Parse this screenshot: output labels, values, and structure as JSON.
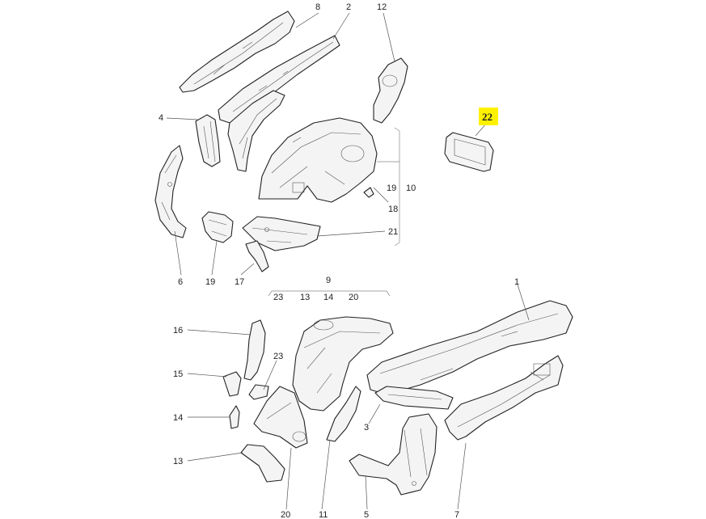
{
  "diagram": {
    "callouts": {
      "c8": "8",
      "c2": "2",
      "c12": "12",
      "c22": "22",
      "c4": "4",
      "c19_10_a": "19",
      "c19_10_b": "10",
      "c18": "18",
      "c21": "21",
      "c6": "6",
      "c19": "19",
      "c17": "17",
      "c9": "9",
      "c23_top": "23",
      "c13_top": "13",
      "c14_top": "14",
      "c20_top": "20",
      "c1": "1",
      "c16": "16",
      "c23": "23",
      "c15": "15",
      "c14": "14",
      "c13": "13",
      "c3": "3",
      "c20": "20",
      "c11": "11",
      "c5": "5",
      "c7": "7"
    },
    "highlighted_callout": "c22",
    "colors": {
      "highlight": "#fff200",
      "line": "#222222",
      "part_fill": "#f4f4f4"
    }
  }
}
